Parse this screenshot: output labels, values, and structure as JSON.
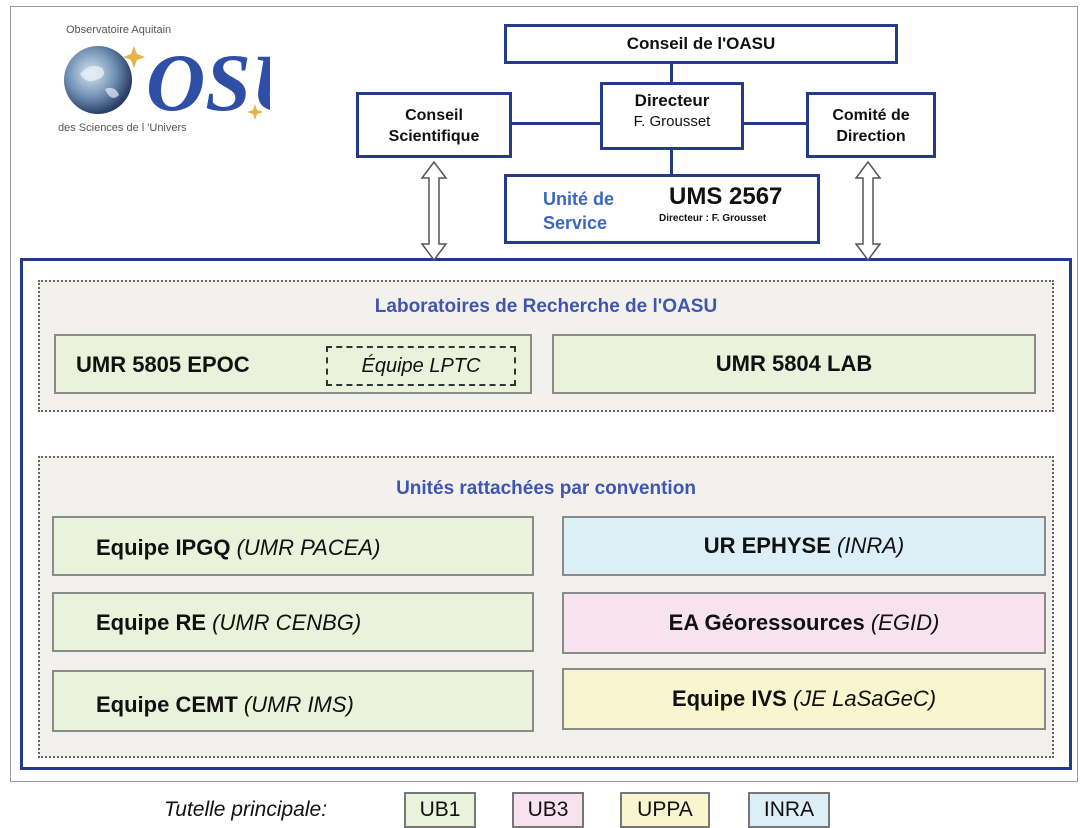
{
  "logo": {
    "top_text": "Observatoire Aquitain",
    "bottom_text": "des Sciences de l 'Univers",
    "mark_text": "OSU"
  },
  "governance": {
    "conseil_oasu": "Conseil de l'OASU",
    "directeur_title": "Directeur",
    "directeur_name": "F. Grousset",
    "conseil_scientifique_line1": "Conseil",
    "conseil_scientifique_line2": "Scientifique",
    "comite_line1": "Comité de",
    "comite_line2": "Direction",
    "unite_line1": "Unité de",
    "unite_line2": "Service",
    "ums_title": "UMS 2567",
    "ums_director": "Directeur : F. Grousset"
  },
  "labs": {
    "title": "Laboratoires de Recherche de l'OASU",
    "epoc": "UMR 5805 EPOC",
    "lptc": "Équipe LPTC",
    "lab": "UMR 5804 LAB"
  },
  "units": {
    "title": "Unités rattachées par convention",
    "rows": [
      {
        "name": "Equipe IPGQ",
        "tag": "(UMR PACEA)"
      },
      {
        "name": "UR EPHYSE",
        "tag": "(INRA)"
      },
      {
        "name": "Equipe RE",
        "tag": "(UMR CENBG)"
      },
      {
        "name": "EA Géoressources",
        "tag": "(EGID)"
      },
      {
        "name": "Equipe CEMT",
        "tag": "(UMR IMS)"
      },
      {
        "name": "Equipe IVS",
        "tag": "(JE LaSaGeC)"
      }
    ]
  },
  "legend": {
    "label": "Tutelle principale:",
    "items": [
      "UB1",
      "UB3",
      "UPPA",
      "INRA"
    ]
  },
  "colors": {
    "border_blue": "#243b8c",
    "title_blue": "#3f55b0",
    "ub1_green": "#eaf2dc",
    "ub3_pink": "#f6e3ee",
    "uppa_yellow": "#f9f5cf",
    "inra_blue": "#dcefF6"
  }
}
